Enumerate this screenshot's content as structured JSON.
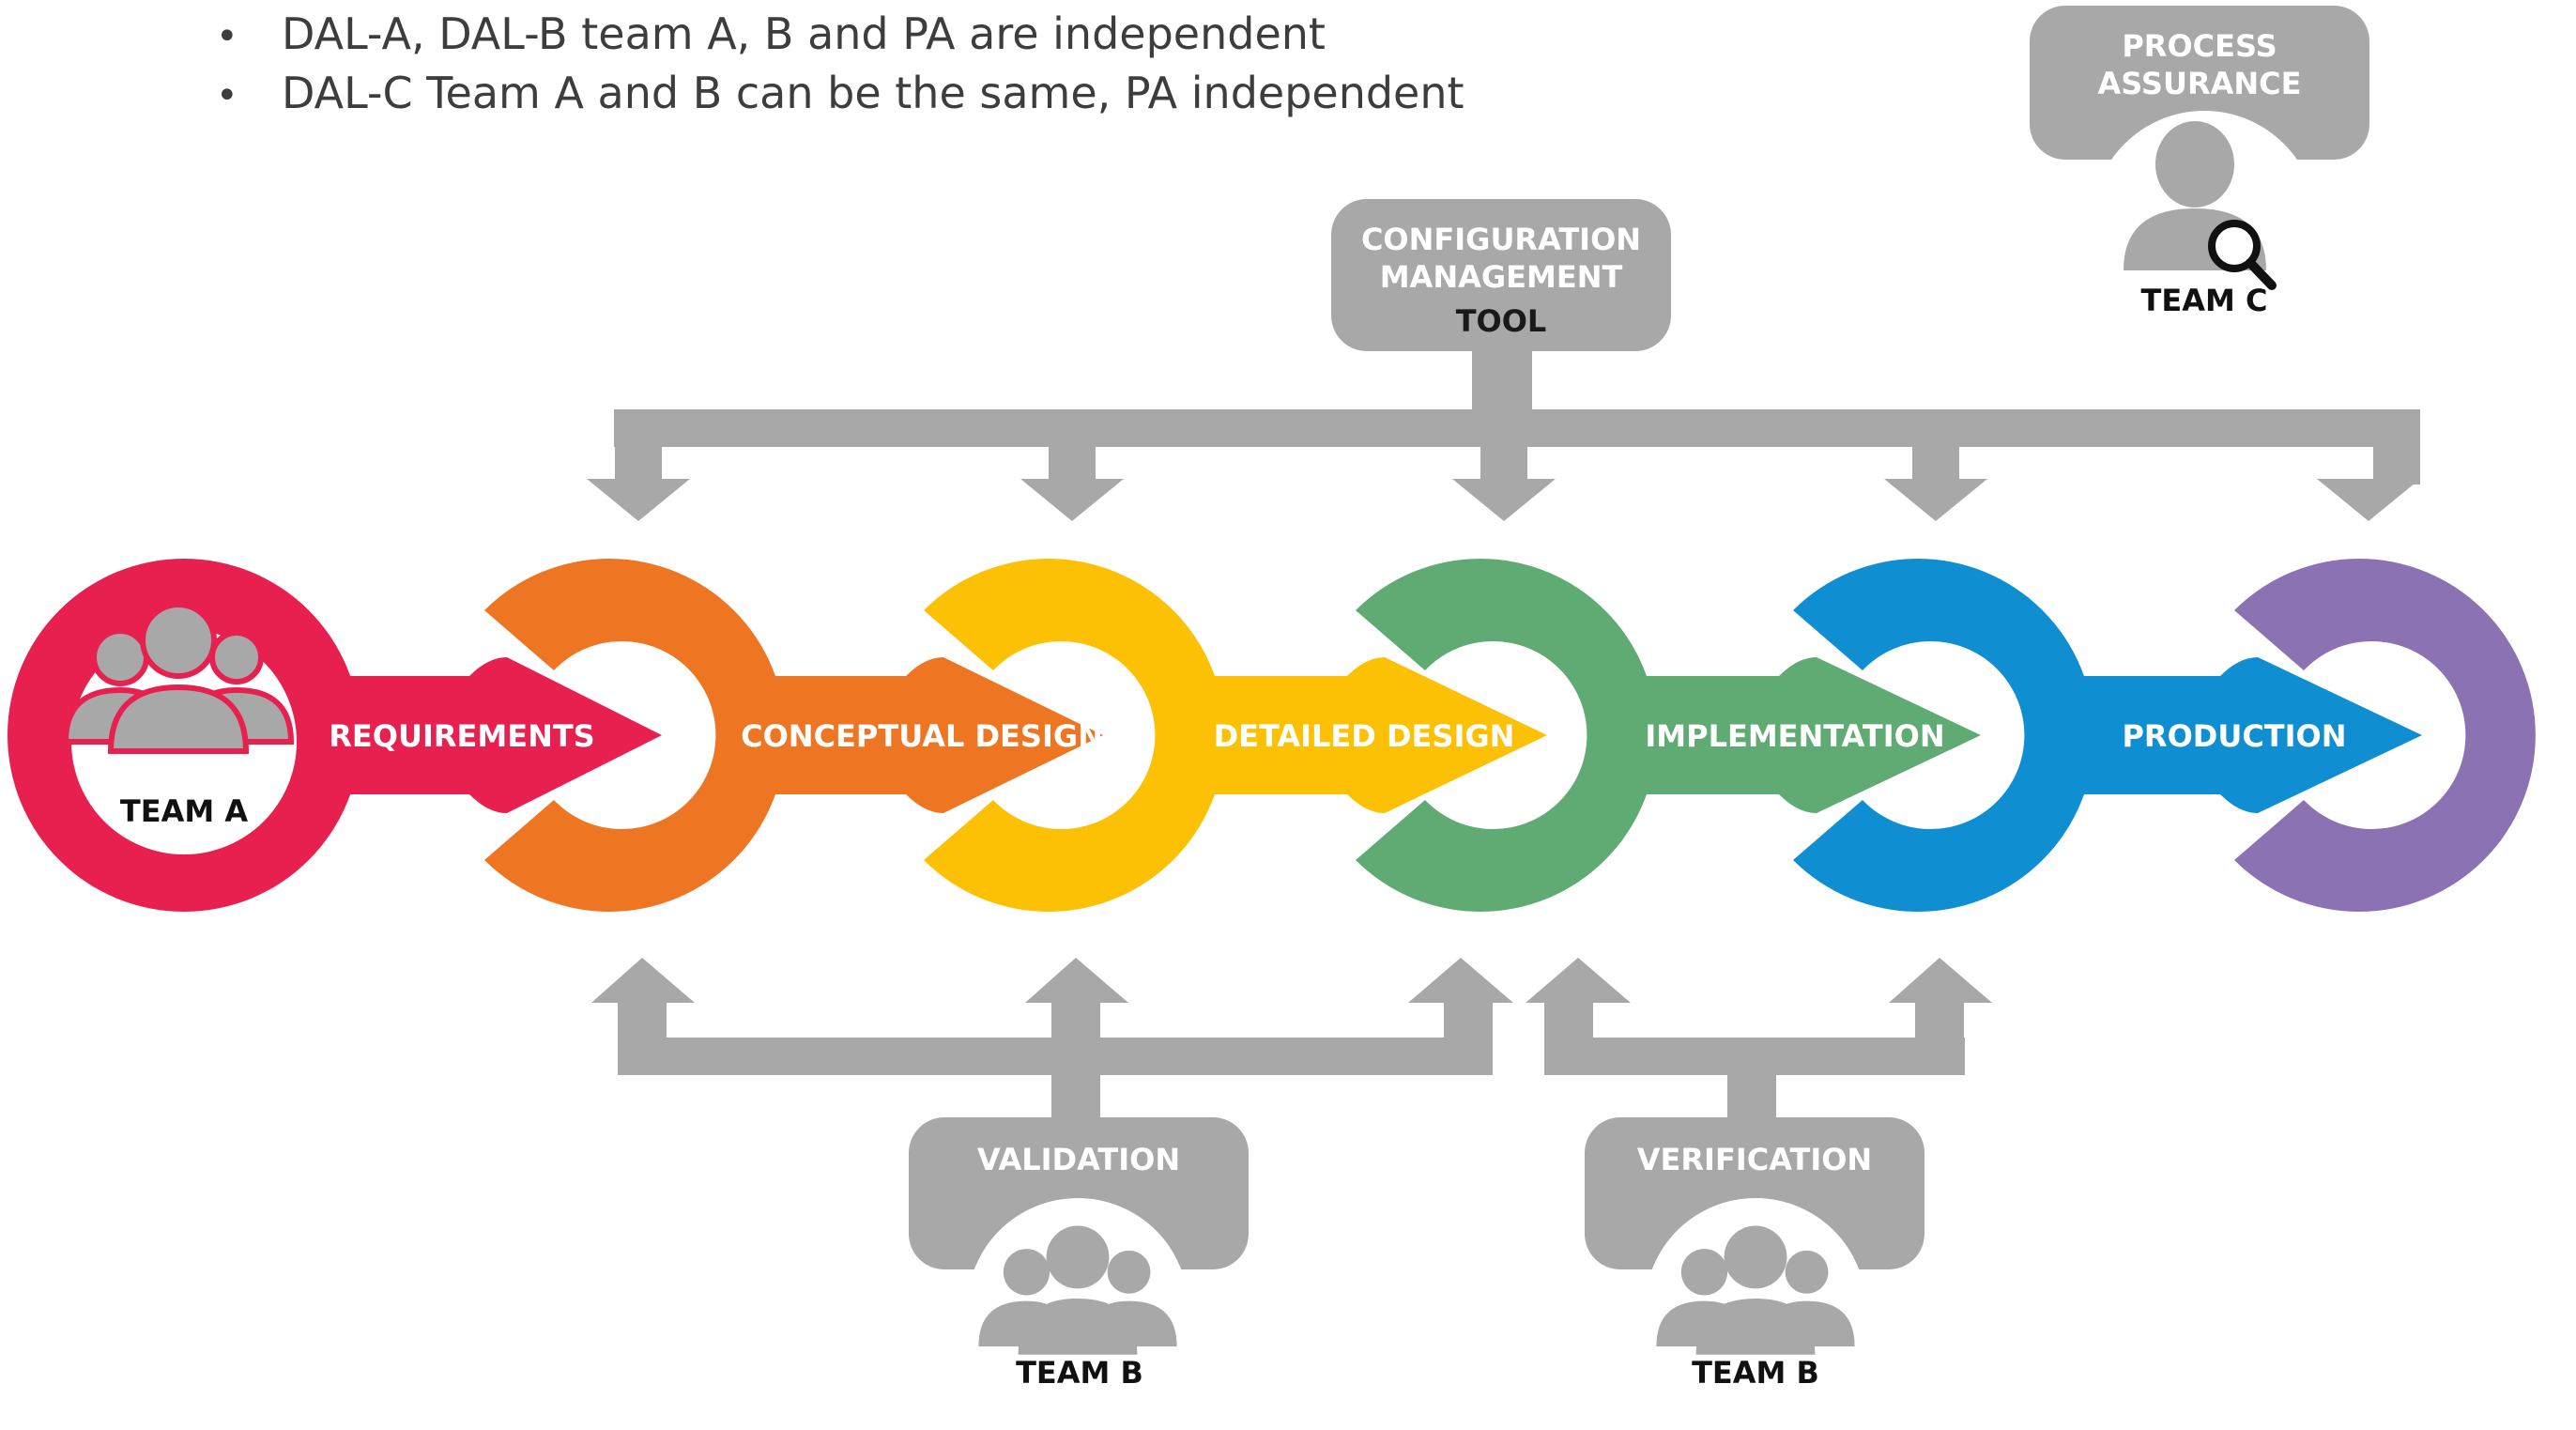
{
  "bullets": [
    "DAL-A, DAL-B  team A, B and PA are independent",
    "DAL-C Team A and B can be the same, PA independent"
  ],
  "colors": {
    "requirements": "#e8204f",
    "conceptual_design": "#ee7623",
    "detailed_design": "#fcc105",
    "implementation": "#5fab73",
    "production": "#0f8fd1",
    "end": "#8a72b3",
    "gray": "#a8a8a8",
    "text_dark": "#1a1a1a"
  },
  "stages": [
    {
      "label": "REQUIREMENTS"
    },
    {
      "label": "CONCEPTUAL DESIGN"
    },
    {
      "label": "DETAILED DESIGN"
    },
    {
      "label": "IMPLEMENTATION"
    },
    {
      "label": "PRODUCTION"
    }
  ],
  "team_a": {
    "label": "TEAM A",
    "icon": "group-icon"
  },
  "config_management": {
    "line1": "CONFIGURATION",
    "line2": "MANAGEMENT",
    "line3": "TOOL"
  },
  "process_assurance": {
    "line1": "PROCESS",
    "line2": "ASSURANCE",
    "team": "TEAM C",
    "icon": "person-search-icon"
  },
  "validation": {
    "label": "VALIDATION",
    "team": "TEAM B",
    "icon": "group-icon"
  },
  "verification": {
    "label": "VERIFICATION",
    "team": "TEAM B",
    "icon": "group-icon"
  }
}
